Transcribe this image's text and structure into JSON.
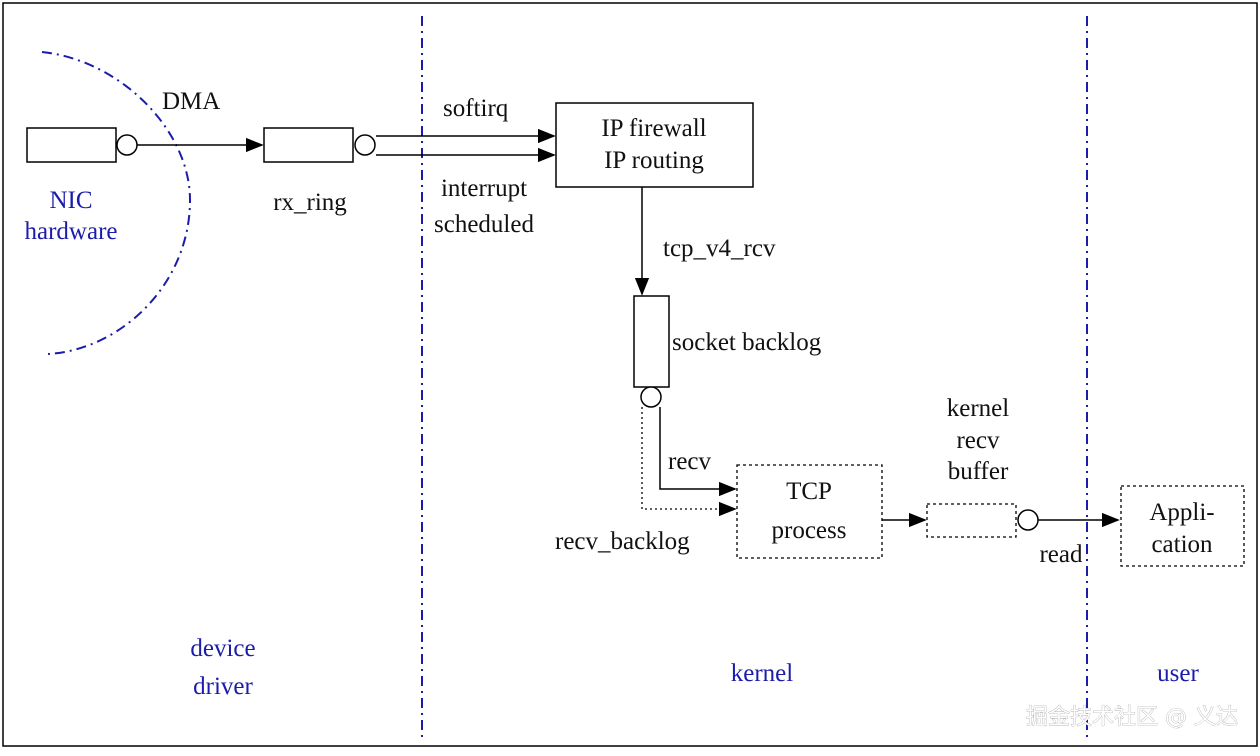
{
  "colors": {
    "line": "#000000",
    "domain_label": "#1c1caa",
    "divider": "#1c1caa",
    "watermark": "#b0b0b0"
  },
  "labels": {
    "dma": "DMA",
    "nic_line1": "NIC",
    "nic_line2": "hardware",
    "rx_ring": "rx_ring",
    "softirq": "softirq",
    "interrupt_line1": "interrupt",
    "interrupt_line2": "scheduled",
    "ip_line1": "IP firewall",
    "ip_line2": "IP routing",
    "tcp_v4_rcv": "tcp_v4_rcv",
    "socket_backlog": "socket backlog",
    "recv": "recv",
    "recv_backlog": "recv_backlog",
    "tcp_line1": "TCP",
    "tcp_line2": "process",
    "kernel_buf_line1": "kernel",
    "kernel_buf_line2": "recv",
    "kernel_buf_line3": "buffer",
    "read": "read",
    "app_line1": "Appli-",
    "app_line2": "cation"
  },
  "domains": {
    "device_line1": "device",
    "device_line2": "driver",
    "kernel": "kernel",
    "user": "user"
  },
  "watermark": "掘金技术社区 @ 义达"
}
